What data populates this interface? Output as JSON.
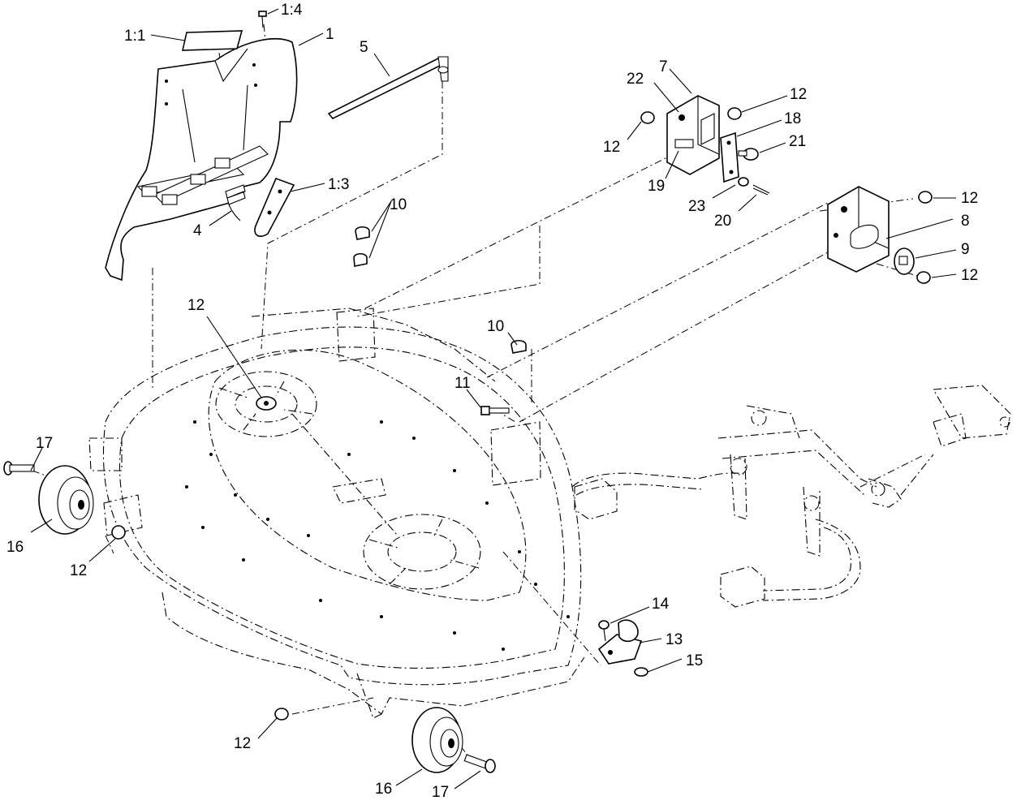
{
  "diagram": {
    "callouts": [
      {
        "id": "c-1-4",
        "label": "1:4"
      },
      {
        "id": "c-1-1",
        "label": "1:1"
      },
      {
        "id": "c-1",
        "label": "1"
      },
      {
        "id": "c-5",
        "label": "5"
      },
      {
        "id": "c-1-3",
        "label": "1:3"
      },
      {
        "id": "c-4",
        "label": "4"
      },
      {
        "id": "c-7",
        "label": "7"
      },
      {
        "id": "c-22",
        "label": "22"
      },
      {
        "id": "c-12a",
        "label": "12"
      },
      {
        "id": "c-12b",
        "label": "12"
      },
      {
        "id": "c-18",
        "label": "18"
      },
      {
        "id": "c-21",
        "label": "21"
      },
      {
        "id": "c-19",
        "label": "19"
      },
      {
        "id": "c-23",
        "label": "23"
      },
      {
        "id": "c-20",
        "label": "20"
      },
      {
        "id": "c-12c",
        "label": "12"
      },
      {
        "id": "c-8",
        "label": "8"
      },
      {
        "id": "c-9",
        "label": "9"
      },
      {
        "id": "c-12d",
        "label": "12"
      },
      {
        "id": "c-10a",
        "label": "10"
      },
      {
        "id": "c-12e",
        "label": "12"
      },
      {
        "id": "c-10b",
        "label": "10"
      },
      {
        "id": "c-11",
        "label": "11"
      },
      {
        "id": "c-17a",
        "label": "17"
      },
      {
        "id": "c-16a",
        "label": "16"
      },
      {
        "id": "c-12f",
        "label": "12"
      },
      {
        "id": "c-14",
        "label": "14"
      },
      {
        "id": "c-13",
        "label": "13"
      },
      {
        "id": "c-15",
        "label": "15"
      },
      {
        "id": "c-12g",
        "label": "12"
      },
      {
        "id": "c-16b",
        "label": "16"
      },
      {
        "id": "c-17b",
        "label": "17"
      }
    ]
  }
}
